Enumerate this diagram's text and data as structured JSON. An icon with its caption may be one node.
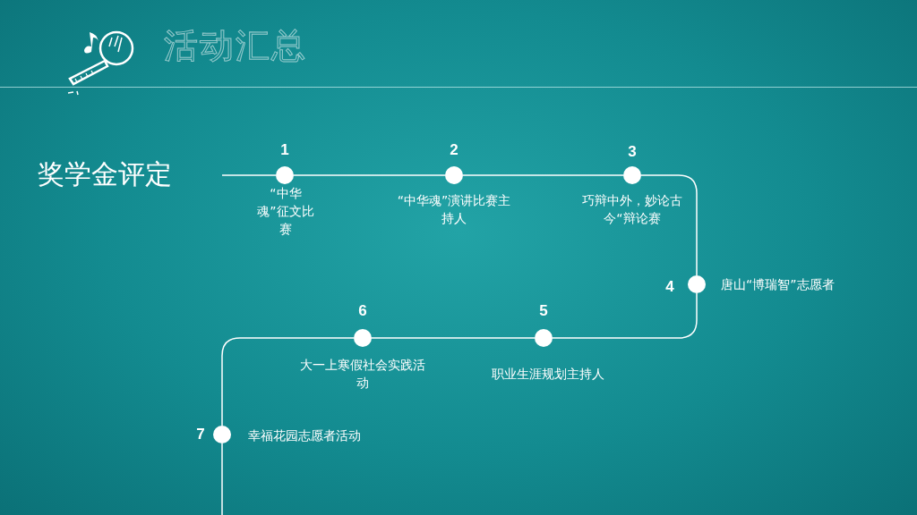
{
  "diagram": {
    "title": "活动汇总",
    "nodes": [
      {
        "text": [],
        "shape": "circle",
        "beside": [
          "1",
          "“中华魂”征文比赛"
        ]
      },
      {
        "text": [],
        "shape": "circle",
        "beside": [
          "2",
          "“中华魂”演讲比赛主持人"
        ]
      },
      {
        "text": [],
        "shape": "circle",
        "beside": [
          "3",
          "巧辩中外，妙论古今“辩论赛"
        ]
      },
      {
        "text": [],
        "shape": "circle",
        "beside": [
          "4",
          "唐山“博瑞智”志愿者"
        ]
      },
      {
        "text": [],
        "shape": "circle",
        "beside": [
          "5",
          "职业生涯规划主持人"
        ]
      },
      {
        "text": [],
        "shape": "circle",
        "beside": [
          "6",
          "大一上寒假社会实践活动"
        ]
      },
      {
        "text": [],
        "shape": "circle",
        "beside": [
          "7",
          "幸福花园志愿者活动"
        ]
      }
    ],
    "edges": [
      {
        "from": null,
        "to": 0,
        "arrow": "none"
      },
      {
        "from": 0,
        "to": 1,
        "arrow": "none"
      },
      {
        "from": 1,
        "to": 2,
        "arrow": "none"
      },
      {
        "from": 2,
        "to": 3,
        "arrow": "none"
      },
      {
        "from": 3,
        "to": 4,
        "arrow": "none"
      },
      {
        "from": 4,
        "to": 5,
        "arrow": "none"
      },
      {
        "from": 5,
        "to": 6,
        "arrow": "none"
      },
      {
        "from": 6,
        "to": null,
        "arrow": "none"
      }
    ],
    "labels": [
      "奖学金评定"
    ]
  }
}
